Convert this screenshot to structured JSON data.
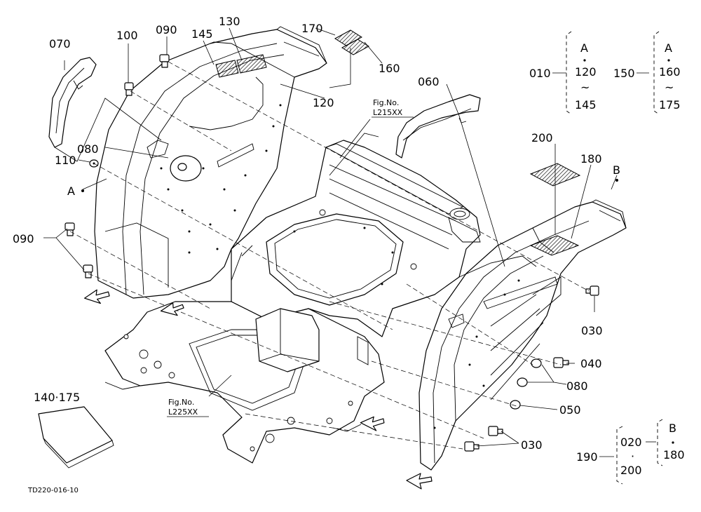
{
  "labels": {
    "l070": "070",
    "l100": "100",
    "l090_top": "090",
    "l145": "145",
    "l130": "130",
    "l170": "170",
    "l160": "160",
    "l120": "120",
    "l060": "060",
    "l080_left": "080",
    "l110": "110",
    "l090_left": "090",
    "lA_left": "A",
    "l200": "200",
    "l180": "180",
    "lB": "B",
    "l030_right": "030",
    "l040": "040",
    "l080_right": "080",
    "l050": "050",
    "l030_bottom": "030",
    "l140_175": "140·175"
  },
  "figure_refs": {
    "top_fig": "Fig.No.",
    "top_code": "L215XX",
    "bottom_fig": "Fig.No.",
    "bottom_code": "L225XX"
  },
  "ranges": {
    "r010": {
      "label": "010",
      "head": "A",
      "from": "120",
      "sep": "~",
      "to": "145"
    },
    "r150": {
      "label": "150",
      "head": "A",
      "from": "160",
      "sep": "~",
      "to": "175"
    },
    "r190": {
      "label": "190",
      "first": "020",
      "mid": "·",
      "second": "200",
      "b_head": "B",
      "b_val": "180"
    }
  },
  "drawing_code": "TD220-016-10"
}
